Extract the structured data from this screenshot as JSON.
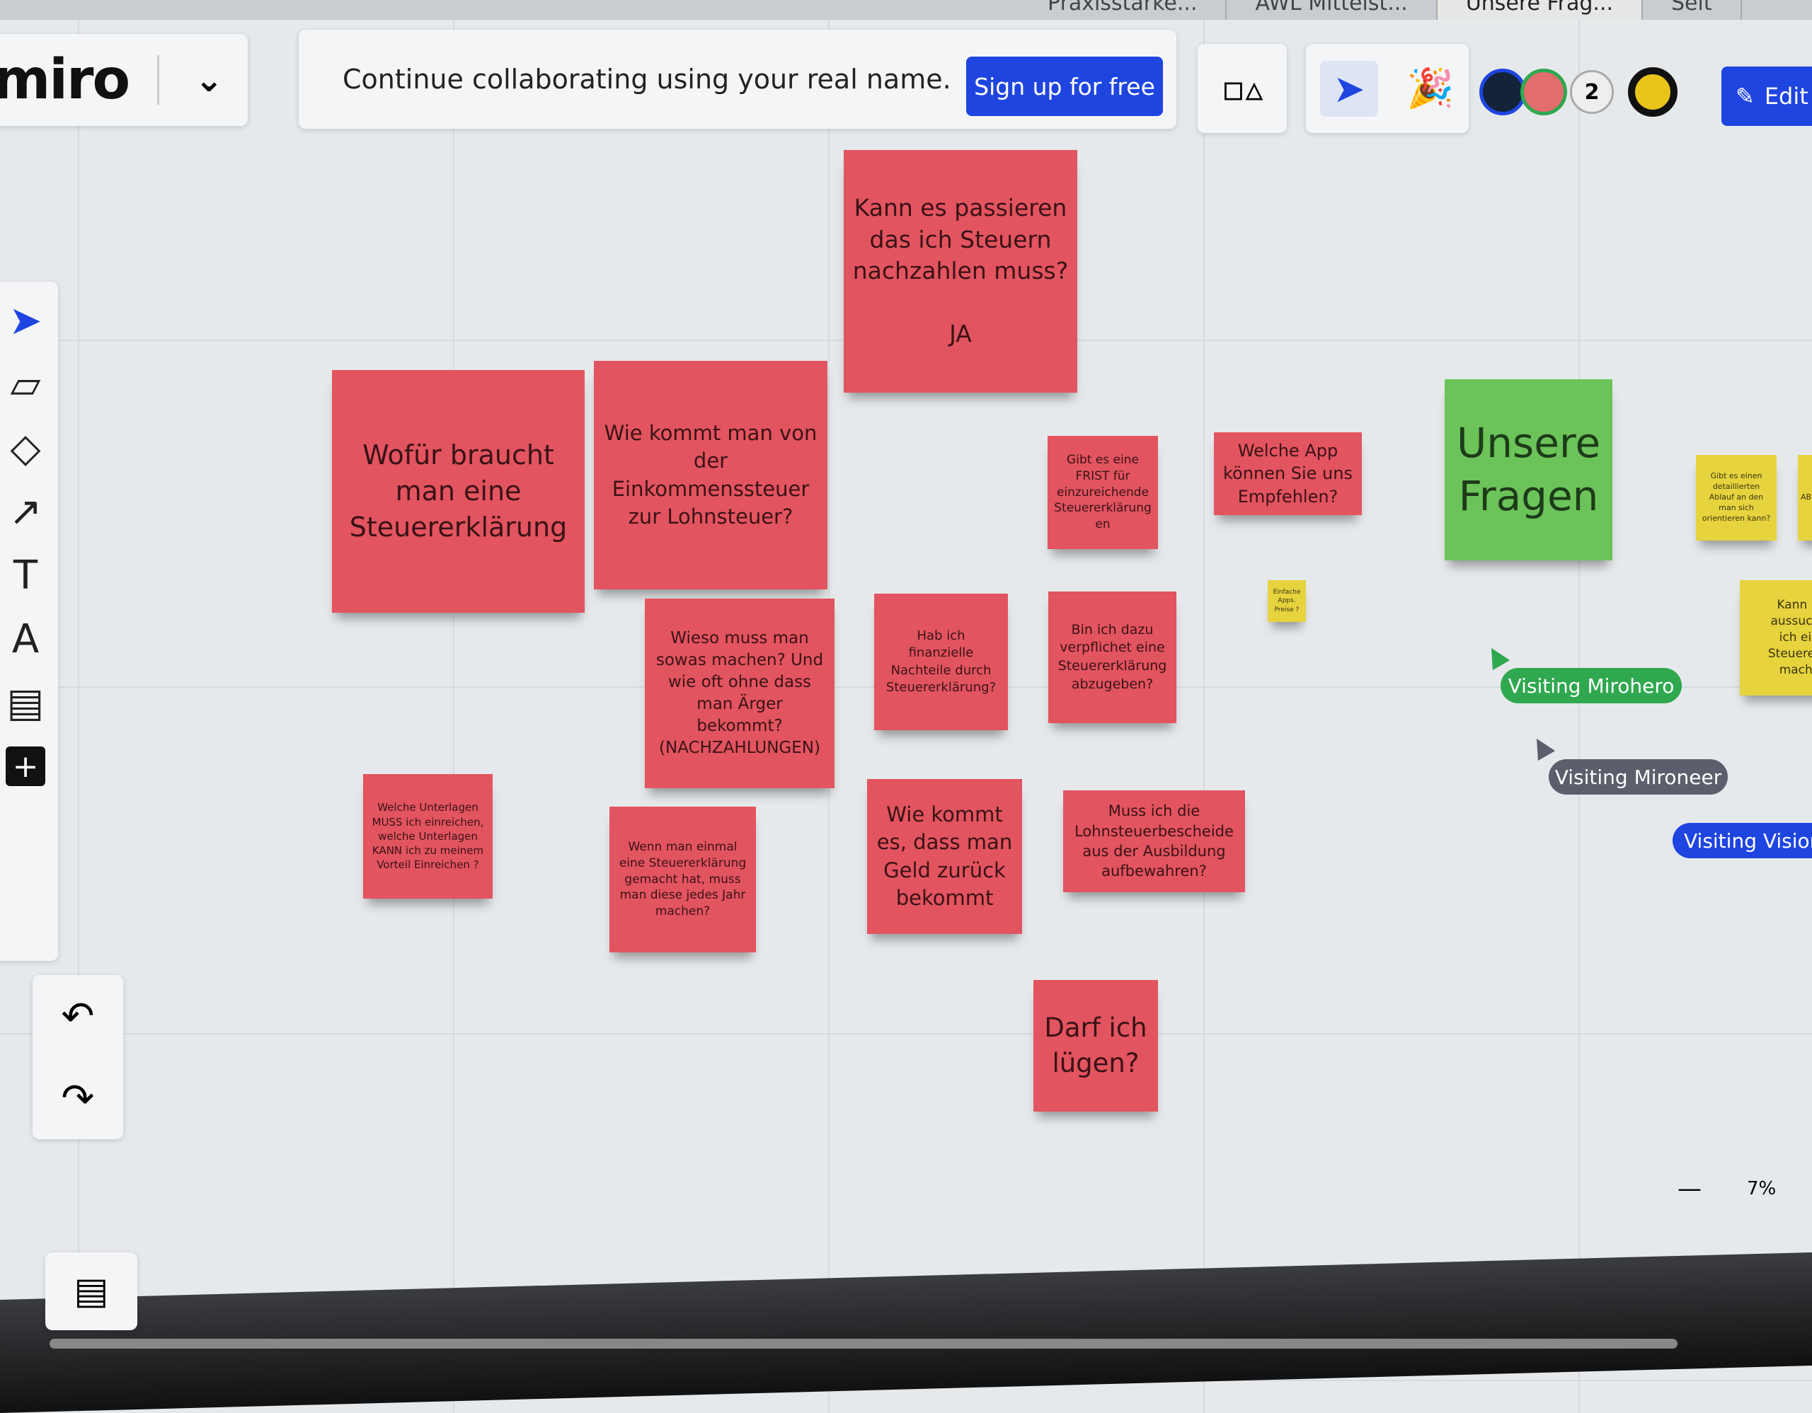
{
  "browser_tabs": [
    "Praxisstärke...",
    "AWL Mittelst...",
    "Unsere Frag...",
    "Seit"
  ],
  "header": {
    "logo": "miro",
    "banner": "Continue collaborating using your real name.",
    "signup": "Sign up for free",
    "collaborator_count": "2",
    "edit": "Edit"
  },
  "stickies": [
    {
      "text": "Kann es passieren das ich Steuern nachzahlen muss?\n\nJA",
      "color": "#e2545f"
    },
    {
      "text": "Wofür braucht man eine Steuererklärung",
      "color": "#e2545f"
    },
    {
      "text": "Wie kommt man von der Einkommenssteuer zur Lohnsteuer?",
      "color": "#e2545f"
    },
    {
      "text": "Gibt es eine FRIST für einzureichende Steuererklärung en",
      "color": "#e2545f"
    },
    {
      "text": "Welche App können Sie uns Empfehlen?",
      "color": "#e2545f"
    },
    {
      "text": "Unsere Fragen",
      "color": "#6cc35a"
    },
    {
      "text": "Gibt es einen detaillierten Ablauf an den man sich orientieren kann?",
      "color": "#e6d33e"
    },
    {
      "text": "AB ST",
      "color": "#e6d33e"
    },
    {
      "text": "Einfache Apps. Preise ?",
      "color": "#e6d33e"
    },
    {
      "text": "Kann ich aussuchen ich eine Steuererklä mache?",
      "color": "#e6d33e"
    },
    {
      "text": "Wieso muss man sowas machen? Und wie oft ohne dass man Ärger bekommt? (NACHZAHLUNGEN)",
      "color": "#e2545f"
    },
    {
      "text": "Hab ich finanzielle Nachteile durch Steuererklärung?",
      "color": "#e2545f"
    },
    {
      "text": "Bin ich dazu verpflichet eine Steuererklärung abzugeben?",
      "color": "#e2545f"
    },
    {
      "text": "Welche Unterlagen MUSS ich einreichen, welche Unterlagen KANN ich zu meinem Vorteil Einreichen ?",
      "color": "#e2545f"
    },
    {
      "text": "Wenn man einmal eine Steuererklärung gemacht hat, muss man diese jedes Jahr machen?",
      "color": "#e2545f"
    },
    {
      "text": "Wie kommt es, dass man Geld zurück bekommt",
      "color": "#e2545f"
    },
    {
      "text": "Muss ich die Lohnsteuerbescheide aus der Ausbildung aufbewahren?",
      "color": "#e2545f"
    },
    {
      "text": "Darf ich lügen?",
      "color": "#e2545f"
    }
  ],
  "cursors": [
    {
      "label": "Visiting Mirohero",
      "color": "#2fa84f"
    },
    {
      "label": "Visiting Mironeer",
      "color": "#5a5f6b"
    },
    {
      "label": "Visiting Vision",
      "color": "#1f45e0"
    }
  ],
  "zoom": {
    "minus": "—",
    "level": "7%"
  }
}
